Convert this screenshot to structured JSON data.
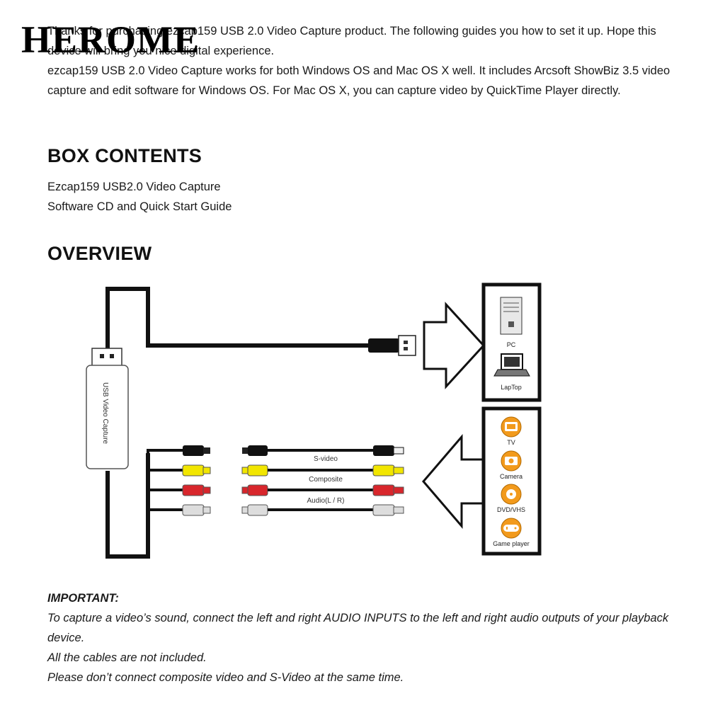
{
  "brand": "HEROME",
  "intro": {
    "p1": "Thanks for purchasing ezcap159 USB 2.0 Video Capture product. The following guides you how to set it up. Hope this device will bring you nice digital experience.",
    "p2": "ezcap159 USB 2.0 Video Capture works for both Windows OS and Mac OS X well. It includes Arcsoft ShowBiz 3.5 video capture and edit software for Windows OS. For Mac OS X, you can capture video by QuickTime Player directly."
  },
  "box_contents": {
    "heading": "BOX CONTENTS",
    "items": [
      "Ezcap159 USB2.0 Video Capture",
      "Software CD and Quick Start Guide"
    ]
  },
  "overview": {
    "heading": "OVERVIEW",
    "device_label": "USB Video Capture",
    "cable_labels": [
      "S-video",
      "Composite",
      "Audio(L / R)"
    ],
    "outputs": [
      "PC",
      "LapTop"
    ],
    "inputs": [
      "TV",
      "Camera",
      "DVD/VHS",
      "Game player"
    ],
    "colors": {
      "svideo": "#111111",
      "yellow": "#f2e600",
      "red": "#d8262c",
      "white": "#dddddd",
      "device_orange": "#f29a1c"
    }
  },
  "important": {
    "title": "IMPORTANT:",
    "lines": [
      "To capture a video’s sound, connect the left and right AUDIO INPUTS to the left and right audio outputs of your playback device.",
      "All the cables are not included.",
      "Please don’t connect composite video and S-Video at the same time."
    ]
  }
}
